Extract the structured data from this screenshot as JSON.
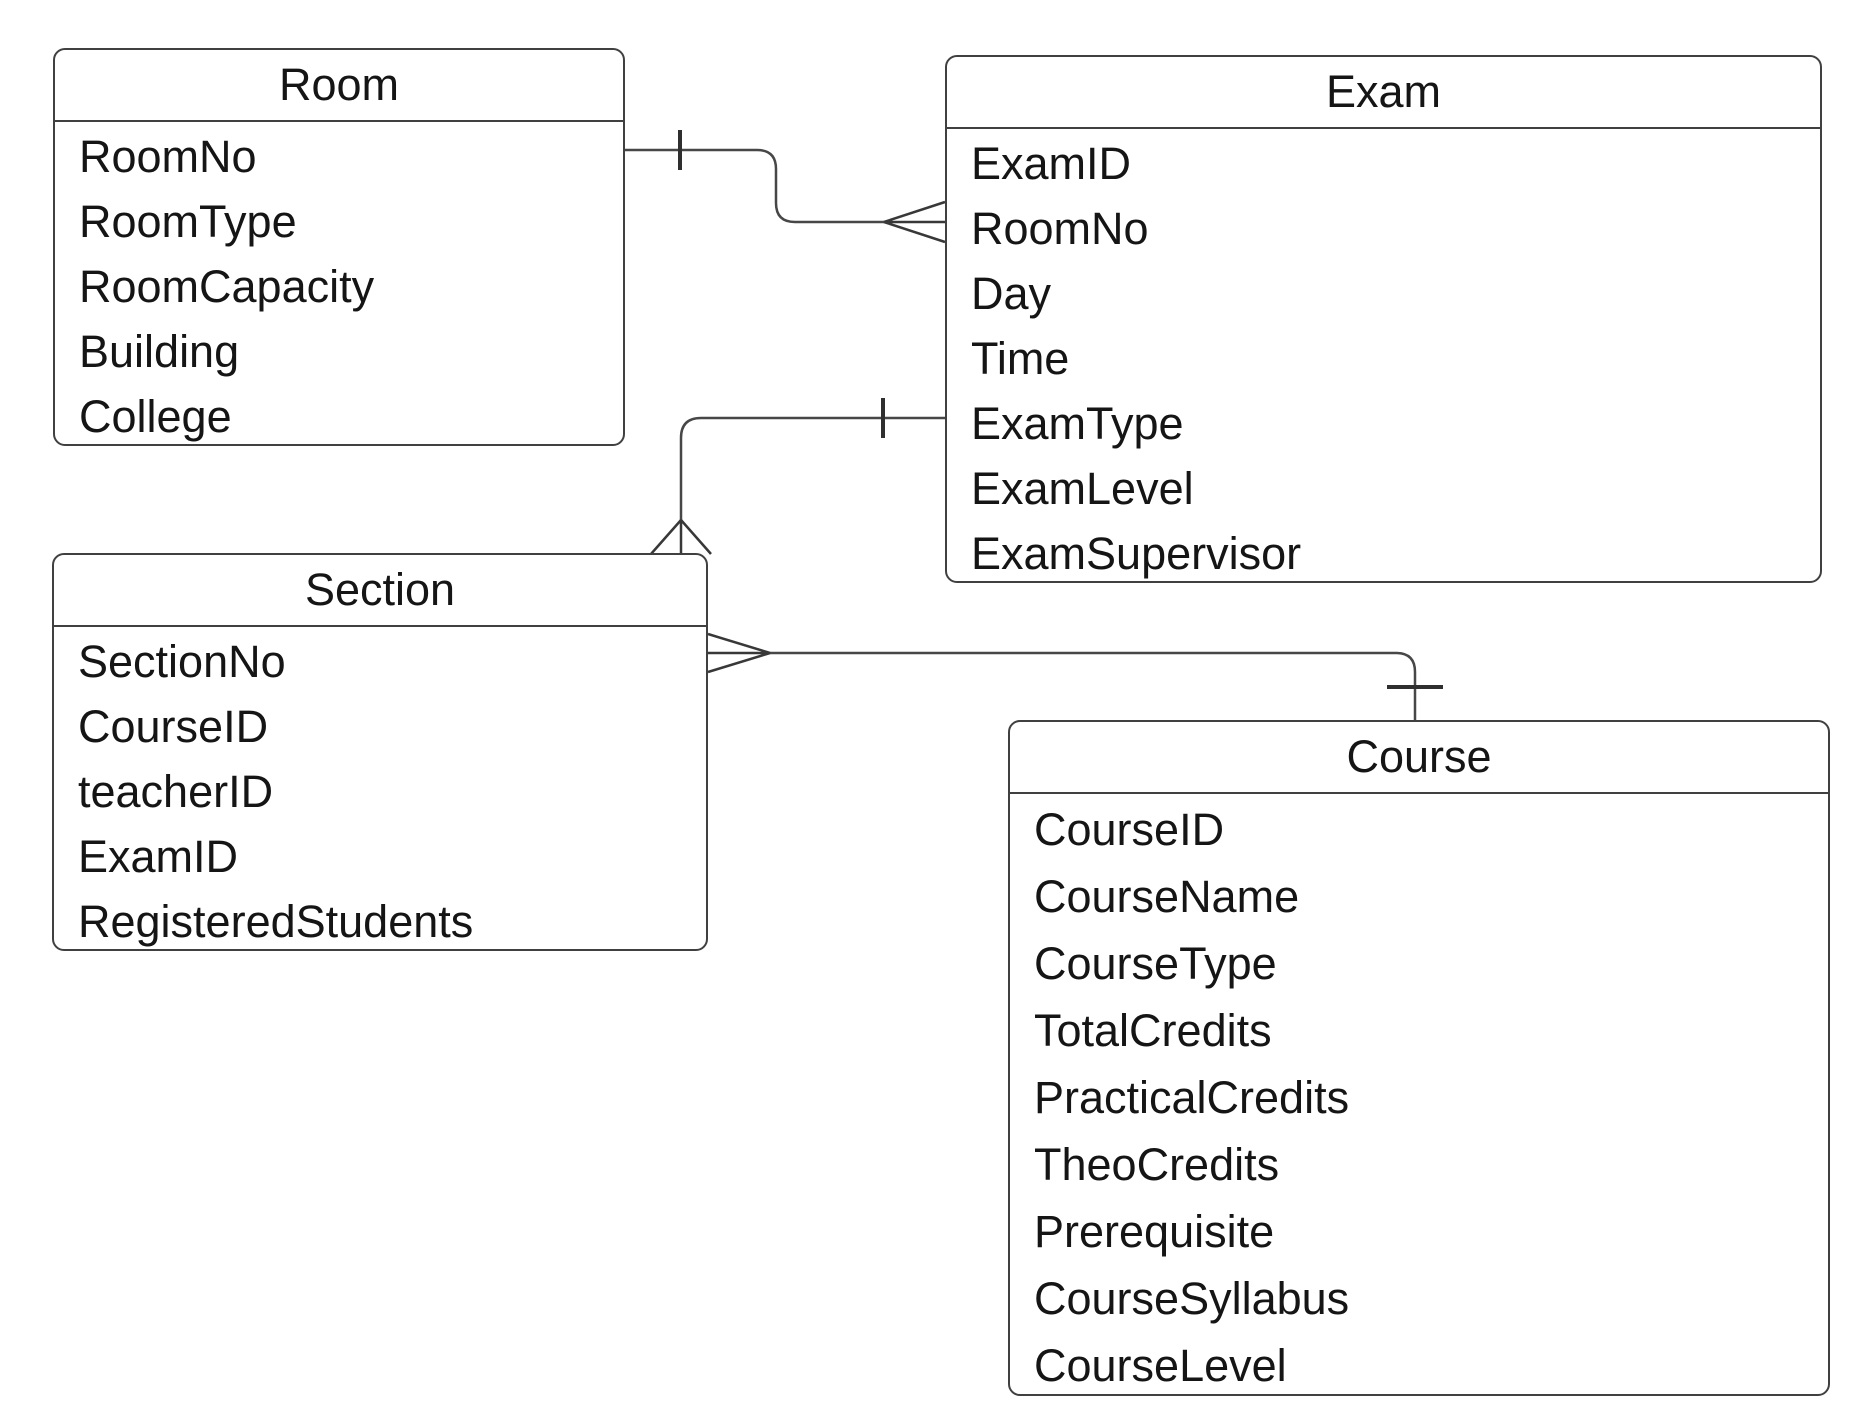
{
  "diagram": {
    "type": "entity-relationship",
    "background_color": "#ffffff",
    "line_color": "#474747",
    "text_color": "#151515",
    "entities": [
      {
        "id": "room",
        "title": "Room",
        "fields": [
          "RoomNo",
          "RoomType",
          "RoomCapacity",
          "Building",
          "College"
        ]
      },
      {
        "id": "exam",
        "title": "Exam",
        "fields": [
          "ExamID",
          "RoomNo",
          "Day",
          "Time",
          "ExamType",
          "ExamLevel",
          "ExamSupervisor"
        ]
      },
      {
        "id": "section",
        "title": "Section",
        "fields": [
          "SectionNo",
          "CourseID",
          "teacherID",
          "ExamID",
          "RegisteredStudents"
        ]
      },
      {
        "id": "course",
        "title": "Course",
        "fields": [
          "CourseID",
          "CourseName",
          "CourseType",
          "TotalCredits",
          "PracticalCredits",
          "TheoCredits",
          "Prerequisite",
          "CourseSyllabus",
          "CourseLevel"
        ]
      }
    ],
    "relationships": [
      {
        "from": "Room",
        "to": "Exam",
        "from_cardinality": "one",
        "to_cardinality": "many",
        "from_anchor": "Room.RoomNo right edge",
        "to_anchor": "Exam.RoomNo left edge"
      },
      {
        "from": "Exam",
        "to": "Section",
        "from_cardinality": "one",
        "to_cardinality": "many",
        "from_anchor": "Exam.ExamType left edge",
        "to_anchor": "Section top edge"
      },
      {
        "from": "Course",
        "to": "Section",
        "from_cardinality": "one",
        "to_cardinality": "many",
        "from_anchor": "Course top edge",
        "to_anchor": "Section.SectionNo right edge"
      }
    ]
  }
}
